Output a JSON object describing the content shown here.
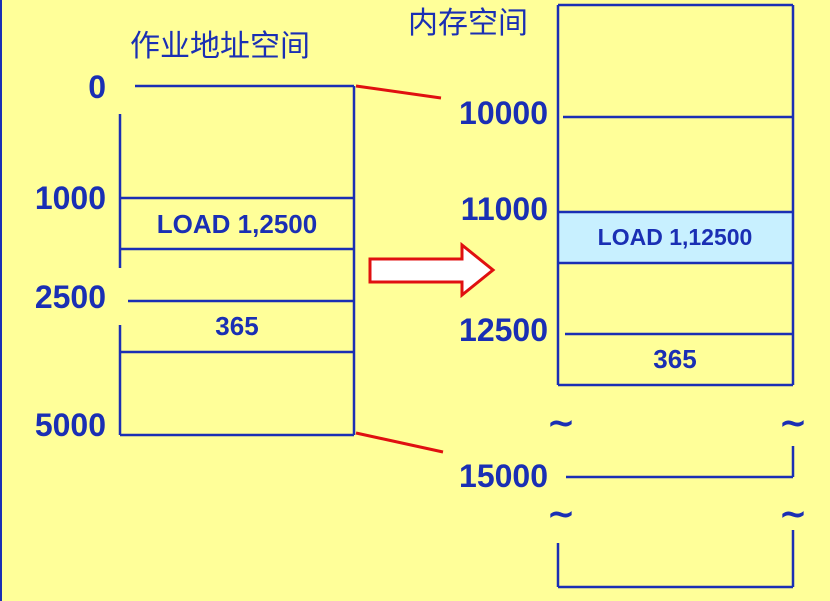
{
  "job_space": {
    "title": "作业地址空间",
    "addresses": [
      "0",
      "1000",
      "2500",
      "5000"
    ],
    "instruction": "LOAD 1,2500",
    "data_value": "365"
  },
  "memory_space": {
    "title": "内存空间",
    "addresses": [
      "10000",
      "11000",
      "12500",
      "15000"
    ],
    "instruction": "LOAD 1,12500",
    "data_value": "365",
    "break_marks": [
      "~",
      "~",
      "~",
      "~"
    ]
  },
  "colors": {
    "background": "#FFFF99",
    "text": "#1a2fb4",
    "mapping_line": "#e01010",
    "highlight_cell": "#C8F0FF"
  }
}
